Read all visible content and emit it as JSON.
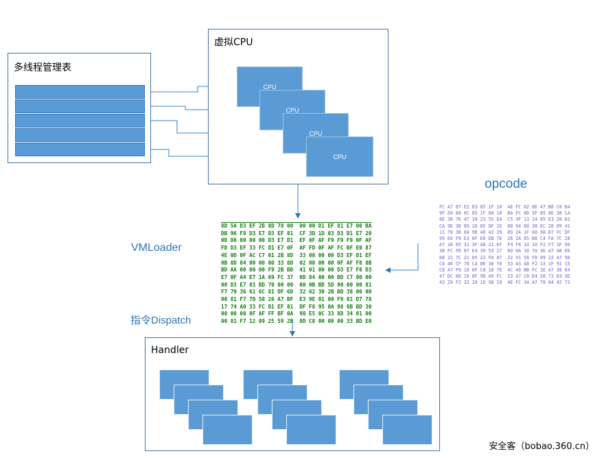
{
  "thread_table": {
    "title": "多线程管理表",
    "rows": 5
  },
  "virtual_cpu": {
    "title": "虚拟CPU",
    "cpus": [
      "CPU",
      "CPU",
      "CPU",
      "CPU"
    ]
  },
  "opcode": {
    "label": "opcode",
    "hex_lines": [
      "FC A7 87 E2 03 85 1F 10  AE FC 82 8E 47 B8 C8 B4",
      "9F E0 88 0C 85 1F 60 10  BA FC 8D 5F 85 8E 38 CA",
      "8E 38 76 47 18 23 55 E4  C5 3F 13 14 85 E3 28 82",
      "CA 9D 38 89 18 85 DF 1D  88 94 D0 38 EC 28 89 41",
      "11 78 38 60 98 40 43 39  89 2A 1F 60 90 D7 FC DF",
      "99 E0 F9 E3 0F E0 EB 7E  26 2A 85 B8 C4 FA 7C 28",
      "A7 18 65 31 3F A8 21 EF  F9 F6 33 10 F2 F7 1F 90",
      "38 FC FD 87 E4 39 53 27  60 0A 10 70 3E A7 A8 EE",
      "08 22 7C 21 85 22 F0 87  22 91 58 F0 09 22 A7 90",
      "C4 40 CF 70 CA 8E 38 76  53 43 A8 F2 13 1F 91 15",
      "C8 A7 F9 10 0F C8 18 7E  4C 46 B8 FC 1E A7 38 64",
      "47 DC 88 16 8F 98 A9 FC  23 A7 C8 E4 28 72 83 3E",
      "43 29 F2 32 28 1D 98 10  4E FC 3A A7 78 64 42 72"
    ]
  },
  "vmloader": {
    "label": "VMLoader",
    "hex_lines": [
      "8D 5A D3 EF 2B 8D 78 00  00 00 D1 EF 81 E7 00 BA",
      "DB 96 F8 D3 E7 D3 EF 81  CF 3D 1D 03 D3 D1 E7 20",
      "0D D8 00 00 00 D3 E7 D1  EF 0F AF F9 F9 F9 0F AF",
      "FD D3 EF 33 FC D1 E7 0F  AF FD 0F AF FC BF E0 87",
      "4E 0D 0F AC C7 01 2B 8D  33 00 00 00 D3 EF D1 EF",
      "0B 8D 84 00 00 00 33 8D  02 00 00 00 0F AF F8 8B",
      "BD AA 00 00 00 F9 2B BD  41 01 00 00 D3 E7 F8 D3",
      "E7 0F A4 E7 1A 69 FC 37  0D 84 00 00 BD C7 00 00",
      "00 D3 E7 03 BD 70 00 00  00 0B BD 5D 00 00 00 81",
      "F7 79 36 61 6C 81 DF 6D  32 62 30 2B BD 38 00 00",
      "00 81 F7 7D 50 26 A7 BF  E3 9E 01 00 F9 81 D7 78",
      "17 74 A0 33 FC D1 EF 81  DF F8 95 0A 98 8B BD 30",
      "00 00 00 0F AF FF BF 0A  98 E5 0C 33 8D 34 01 00",
      "00 81 F7 12 09 25 59 2B  8D C8 00 00 00 33 BD E0"
    ]
  },
  "dispatch": {
    "label": "指令Dispatch"
  },
  "handler": {
    "title": "Handler",
    "groups": 3,
    "boxes_per_group": 4
  },
  "watermark": "安全客（bobao.360.cn）",
  "colors": {
    "box_fill": "#5b9bd5",
    "frame_border": "#41719c",
    "label_blue": "#2e75b6",
    "connector": "#5b9bd5",
    "hex_green": "#0a7a0a",
    "hex_purple": "#7060c8"
  }
}
